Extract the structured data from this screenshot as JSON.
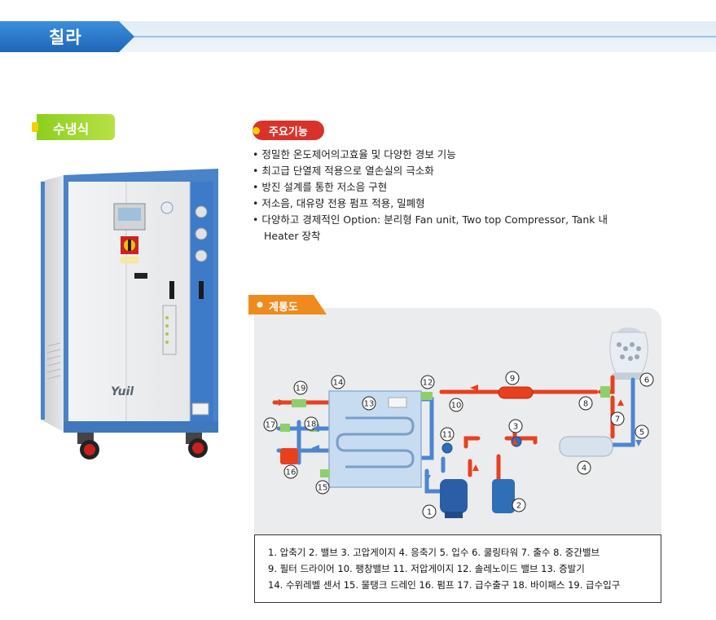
{
  "header": {
    "title": "칠라"
  },
  "product": {
    "type_label": "수냉식",
    "brand_logo": "Yuil"
  },
  "features": {
    "title": "주요기능",
    "items": [
      "정밀한 온도제어의고효율 및 다양한 경보 기능",
      "최고급 단열제 적용으로 열손실의 극소화",
      "방진 설계를 통한 저소음 구현",
      "저소음, 대유량 전용 펌프 적용, 밀폐형"
    ],
    "last_item_line1": "다양하고 경제적인 Option: 분리형 Fan unit, Two top Compressor, Tank 내",
    "last_item_line2": "Heater 장착"
  },
  "diagram": {
    "title": "계통도",
    "labels": [
      "1",
      "2",
      "3",
      "4",
      "5",
      "6",
      "7",
      "8",
      "9",
      "10",
      "11",
      "12",
      "13",
      "14",
      "15",
      "16",
      "17",
      "18",
      "19"
    ]
  },
  "legend": {
    "line1": "1. 압축기 2. 밸브 3. 고압게이지 4. 응축기 5. 입수 6. 쿨링타워 7. 출수 8. 중간밸브",
    "line2": "9. 필터 드라이어 10. 팽창밸브 11. 저압게이지 12. 솔레노이드 밸브 13. 증발기",
    "line3": "14. 수위레벨 센서 15. 물탱크 드레인 16. 펌프 17. 급수출구 18. 바이패스 19. 급수입구"
  },
  "colors": {
    "header_blue": "#2f7fd0",
    "green": "#8ccf1e",
    "red": "#d8332a",
    "orange": "#f08a1c",
    "pipe_red": "#e8401f",
    "pipe_blue": "#3f7fd0"
  }
}
